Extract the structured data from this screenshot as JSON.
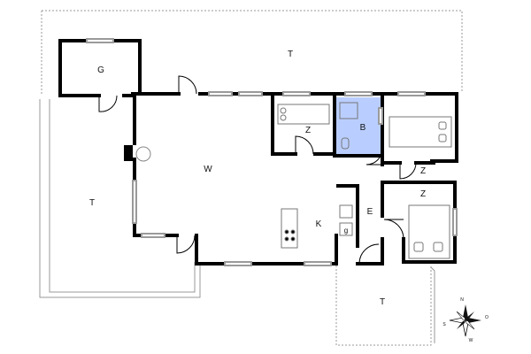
{
  "rooms": {
    "garage": "G",
    "terrace_north": "T",
    "terrace_west": "T",
    "terrace_south": "T",
    "living": "W",
    "kitchen": "K",
    "entrance": "E",
    "bathroom": "B",
    "bedroom_small": "Z",
    "bedroom_east_north": "Z",
    "bedroom_east_south": "Z",
    "fridge": "g"
  },
  "compass": {
    "north": "N",
    "south": "S",
    "west": "W",
    "east": "O"
  },
  "colors": {
    "wall": "#000000",
    "bathroom_fill": "#b9ceff",
    "terrace_line": "#999999",
    "window": "#9a9a9a"
  }
}
